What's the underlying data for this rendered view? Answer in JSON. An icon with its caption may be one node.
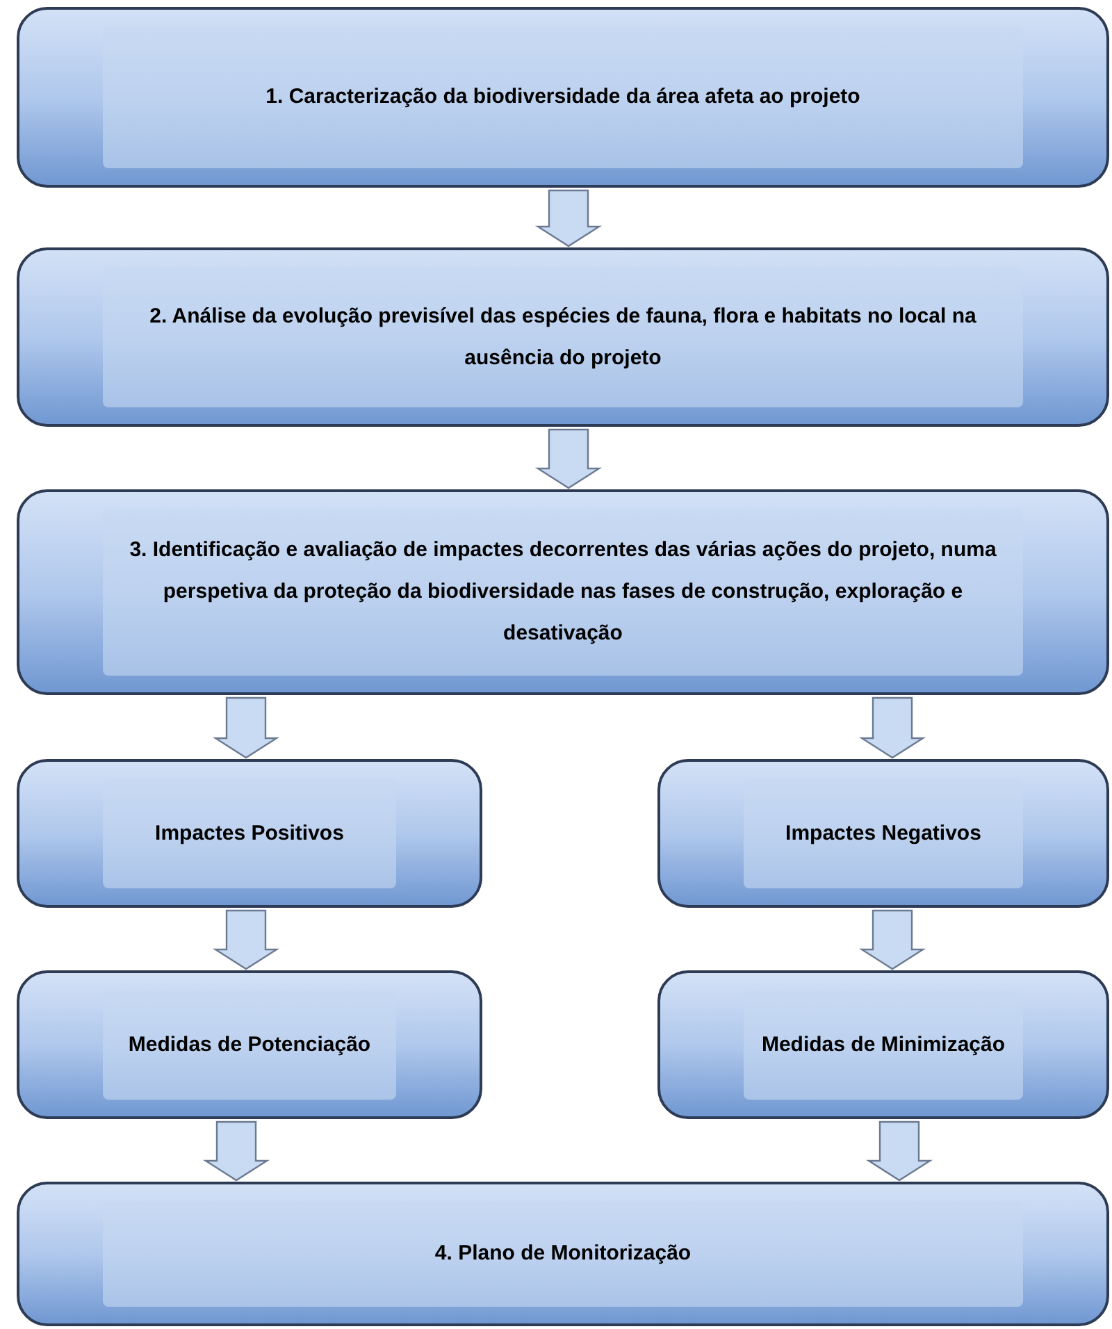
{
  "diagram": {
    "nodes": [
      {
        "text": [
          "1. Caracterização da biodiversidade da área afeta ao projeto"
        ]
      },
      {
        "text": [
          "2. Análise da evolução previsível das espécies de fauna, flora e habitats no local na ausência do projeto"
        ]
      },
      {
        "text": [
          "3. Identificação e avaliação de impactes decorrentes das várias ações do projeto, numa perspetiva da proteção da biodiversidade nas fases de construção, exploração e desativação"
        ]
      },
      {
        "text": [
          "Impactes Positivos"
        ]
      },
      {
        "text": [
          "Impactes Negativos"
        ]
      },
      {
        "text": [
          "Medidas de Potenciação"
        ]
      },
      {
        "text": [
          "Medidas de Minimização"
        ]
      },
      {
        "text": [
          "4. Plano de Monitorização"
        ]
      }
    ],
    "edges": [
      {
        "from": 0,
        "to": 1,
        "arrow": "to"
      },
      {
        "from": 1,
        "to": 2,
        "arrow": "to"
      },
      {
        "from": 2,
        "to": 3,
        "arrow": "to"
      },
      {
        "from": 2,
        "to": 4,
        "arrow": "to"
      },
      {
        "from": 3,
        "to": 5,
        "arrow": "to"
      },
      {
        "from": 4,
        "to": 6,
        "arrow": "to"
      },
      {
        "from": 5,
        "to": 7,
        "arrow": "to"
      },
      {
        "from": 6,
        "to": 7,
        "arrow": "to"
      }
    ]
  }
}
